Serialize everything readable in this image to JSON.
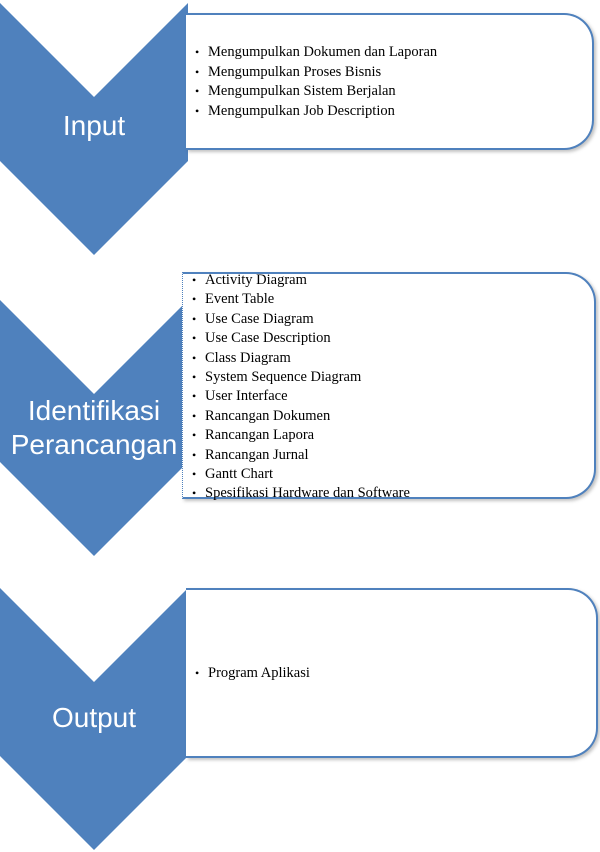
{
  "colors": {
    "chevron": "#4f81bd",
    "box_border": "#4f81bd"
  },
  "stages": [
    {
      "label": "Input",
      "items": [
        "Mengumpulkan Dokumen dan Laporan",
        "Mengumpulkan Proses Bisnis",
        "Mengumpulkan Sistem Berjalan",
        "Mengumpulkan Job Description"
      ]
    },
    {
      "label_line1": "Identifikasi",
      "label_line2": "Perancangan",
      "items": [
        "Activity Diagram",
        "Event Table",
        "Use Case Diagram",
        "Use Case Description",
        "Class Diagram",
        "System Sequence Diagram",
        "User Interface",
        "Rancangan Dokumen",
        "Rancangan Lapora",
        "Rancangan Jurnal",
        "Gantt Chart",
        "Spesifikasi Hardware dan Software"
      ]
    },
    {
      "label": "Output",
      "items": [
        "Program Aplikasi"
      ]
    }
  ]
}
